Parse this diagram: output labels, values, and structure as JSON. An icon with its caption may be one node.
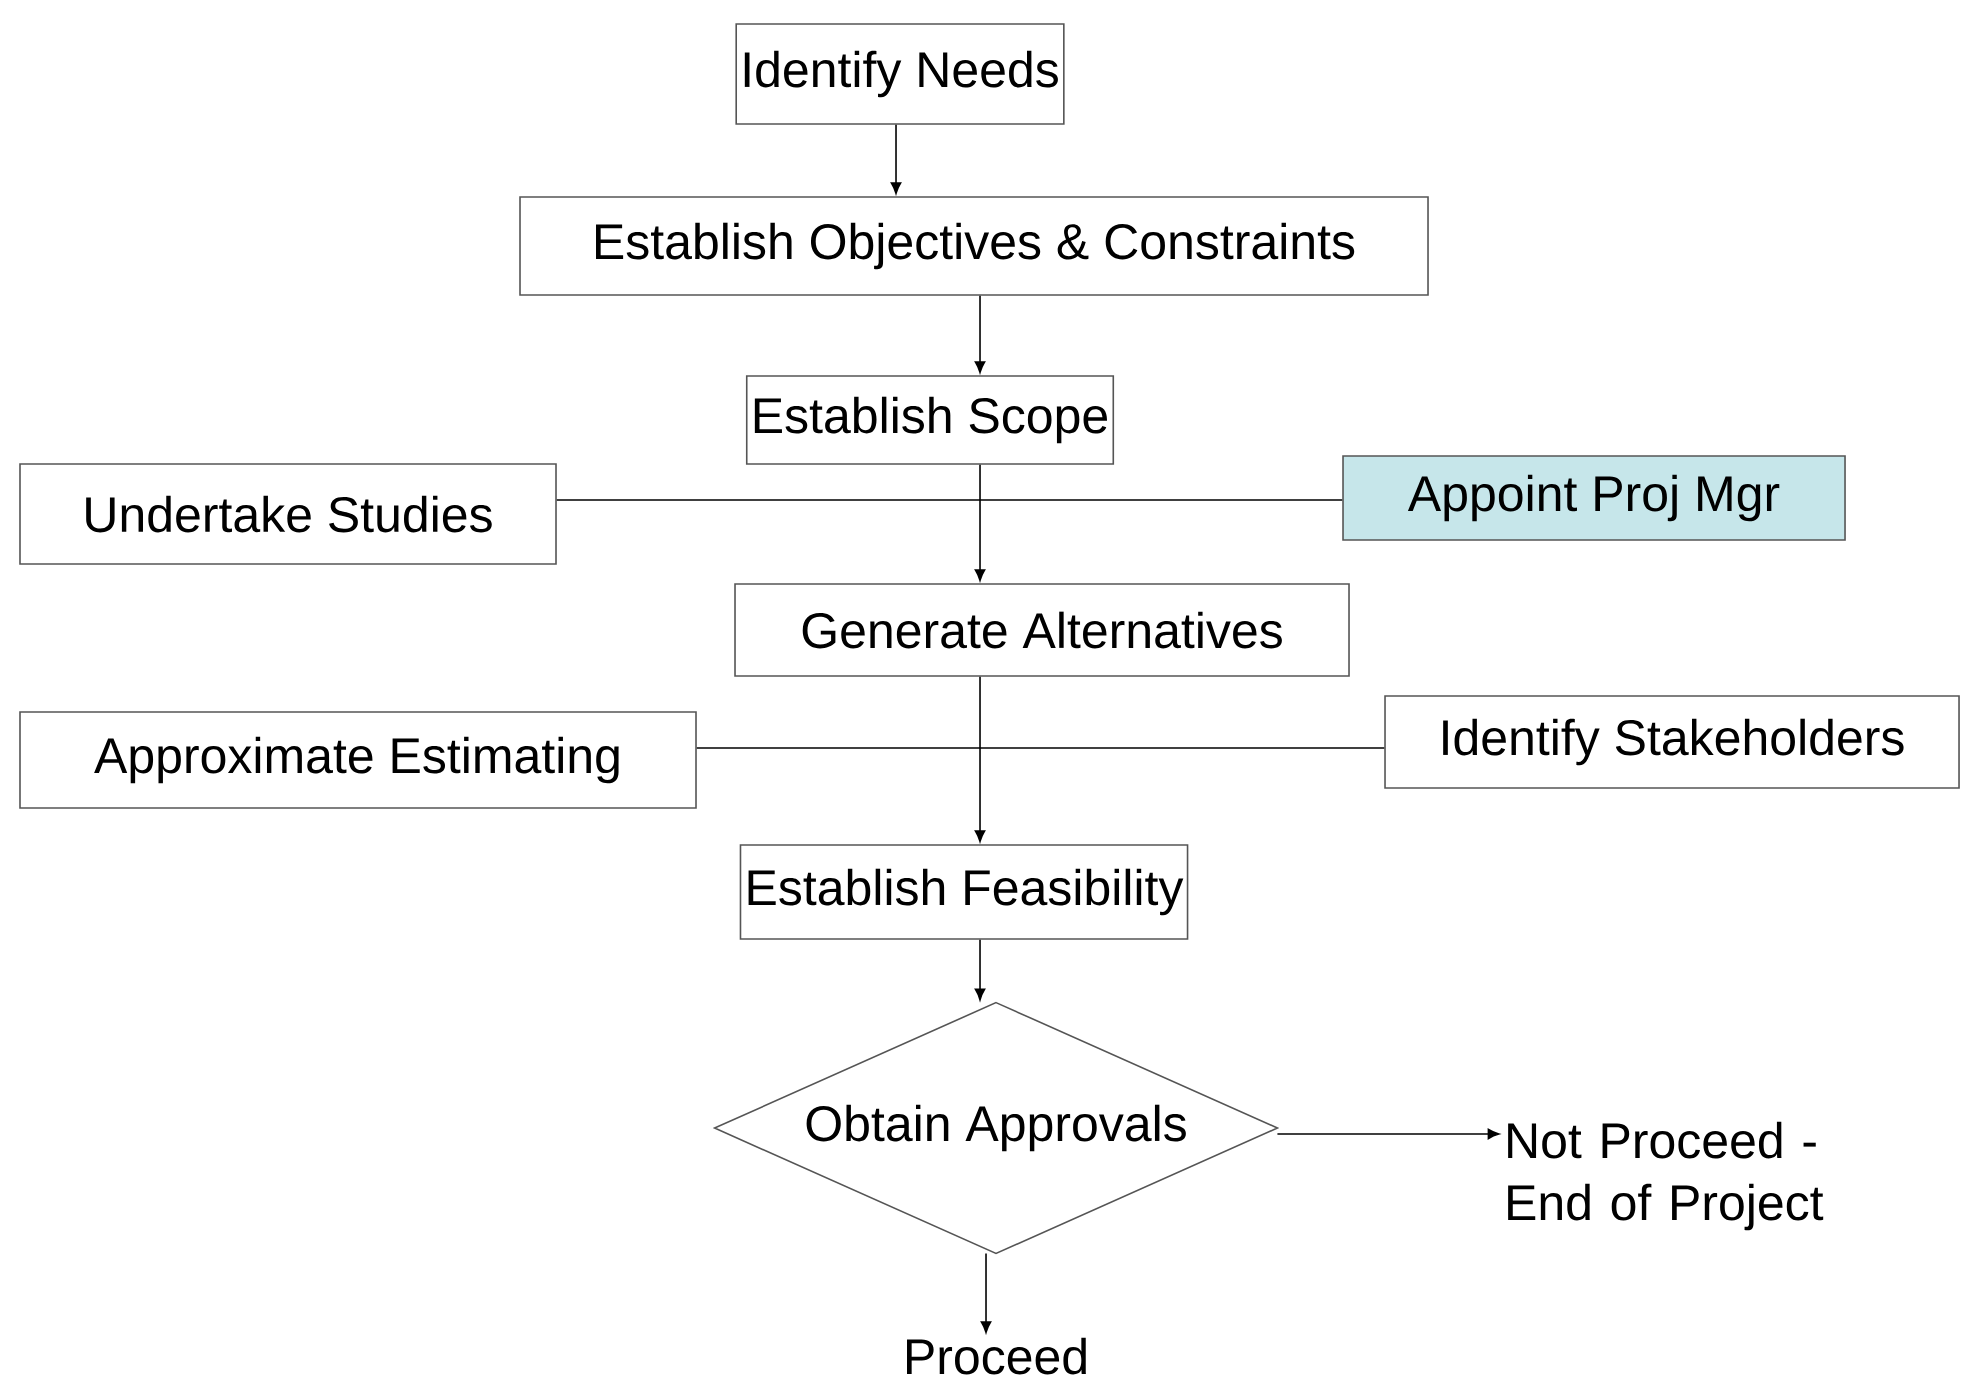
{
  "diagram": {
    "nodes": [
      {
        "text": [
          "Identify Needs"
        ]
      },
      {
        "text": [
          "Establish Objectives & Constraints"
        ]
      },
      {
        "text": [
          "Establish Scope"
        ]
      },
      {
        "text": [
          "Undertake Studies"
        ]
      },
      {
        "text": [
          "Appoint Proj Mgr"
        ]
      },
      {
        "text": [
          "Generate Alternatives"
        ]
      },
      {
        "text": [
          "Approximate Estimating"
        ]
      },
      {
        "text": [
          "Identify Stakeholders"
        ]
      },
      {
        "text": [
          "Establish Feasibility"
        ]
      },
      {
        "text": [
          "Obtain Approvals"
        ]
      },
      {
        "text": [
          "Not Proceed - End of Project"
        ]
      },
      {
        "text": [
          "Proceed"
        ]
      }
    ],
    "edges": [
      {
        "from": 0,
        "to": 1,
        "arrow": "to"
      },
      {
        "from": 1,
        "to": 2,
        "arrow": "to"
      },
      {
        "from": 2,
        "to": 5,
        "arrow": "to"
      },
      {
        "from": 3,
        "to": 4,
        "arrow": "none"
      },
      {
        "from": 5,
        "to": 8,
        "arrow": "to"
      },
      {
        "from": 6,
        "to": 7,
        "arrow": "none"
      },
      {
        "from": 8,
        "to": 9,
        "arrow": "to"
      },
      {
        "from": 9,
        "to": 10,
        "arrow": "to"
      },
      {
        "from": 9,
        "to": 11,
        "arrow": "to"
      }
    ]
  }
}
